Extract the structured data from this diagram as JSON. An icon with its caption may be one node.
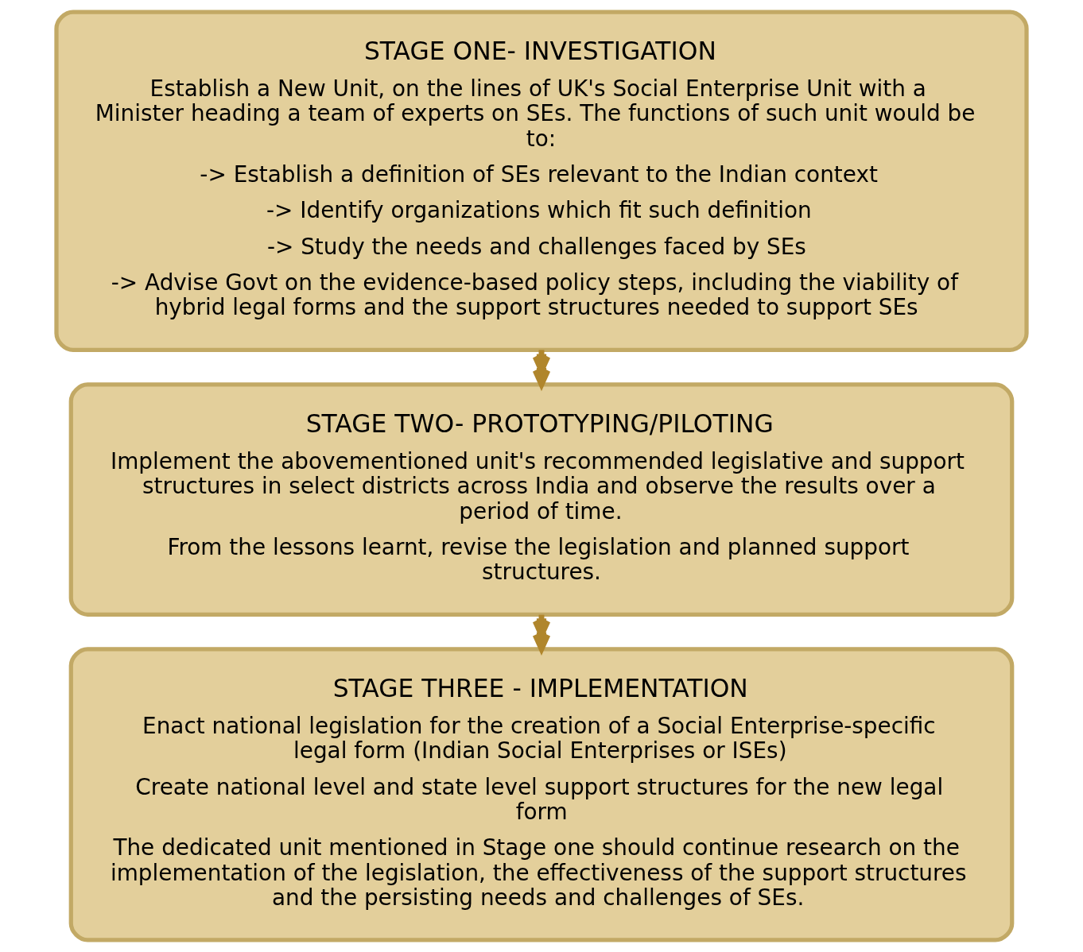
{
  "diagram": {
    "nodes": [
      {
        "text": [
          "STAGE ONE- INVESTIGATION",
          "Establish a New Unit, on the lines of UK's Social Enterprise Unit with a Minister heading a team of experts on SEs. The functions of such unit would be to:",
          "-> Establish a definition of SEs relevant to the Indian context",
          "-> Identify organizations which fit such definition",
          "-> Study the needs and challenges faced by SEs",
          "-> Advise Govt on the evidence-based policy steps, including the viability of hybrid legal forms and the support structures needed to support SEs"
        ]
      },
      {
        "text": [
          "STAGE TWO- PROTOTYPING/PILOTING",
          "Implement the abovementioned unit's recommended legislative and support structures in select districts across India and observe the results over a period of time.",
          "From the lessons learnt, revise the legislation and planned support structures."
        ]
      },
      {
        "text": [
          "STAGE THREE - IMPLEMENTATION",
          "Enact national legislation for the creation of a Social Enterprise-specific legal form (Indian Social Enterprises or ISEs)",
          "Create national level and state level support structures for the new legal form",
          "The dedicated unit mentioned in Stage one should continue research on the implementation of the legislation, the effectiveness of the support structures and the persisting needs and challenges of SEs."
        ]
      }
    ],
    "edges": [
      {
        "from": 0,
        "to": 1,
        "arrow": "to"
      },
      {
        "from": 1,
        "to": 2,
        "arrow": "to"
      }
    ]
  }
}
